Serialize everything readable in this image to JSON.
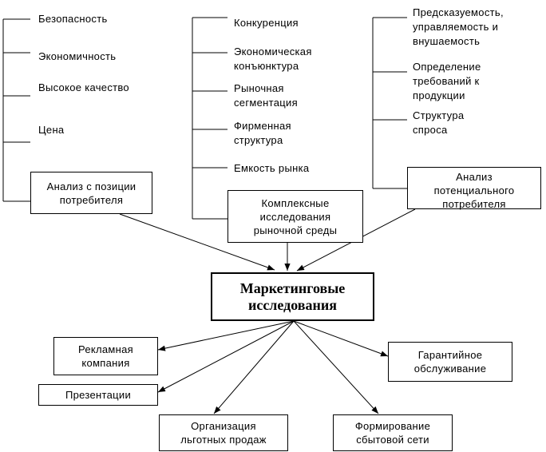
{
  "left_column": {
    "items": [
      "Безопасность",
      "Экономичность",
      "Высокое качество",
      "Цена"
    ],
    "box": "Анализ с позиции\nпотребителя"
  },
  "middle_column": {
    "items": [
      "Конкуренция",
      "Экономическая\nконъюнктура",
      "Рыночная\nсегментация",
      "Фирменная\nструктура",
      "Емкость рынка"
    ],
    "box": "Комплексные\nисследования\nрыночной среды"
  },
  "right_column": {
    "items": [
      "Предсказуемость,\nуправляемость и\nвнушаемость",
      "Определение\nтребований к\nпродукции",
      "Структура\nспроса"
    ],
    "box": "Анализ\nпотенциального\nпотребителя"
  },
  "center": "Маркетинговые\nисследования",
  "outputs": {
    "ad": "Рекламная\nкомпания",
    "presentations": "Презентации",
    "preferential": "Организация\nльготных продаж",
    "warranty": "Гарантийное\nобслуживание",
    "network": "Формирование\nсбытовой сети"
  }
}
